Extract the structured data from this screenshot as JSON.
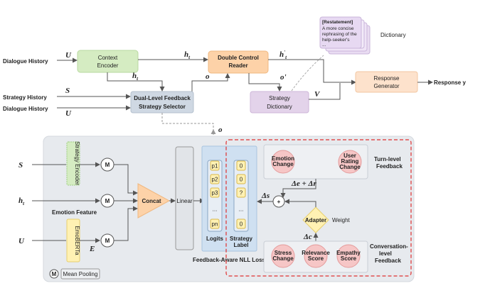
{
  "inputs": {
    "dialogue_history_1": "Dialogue History",
    "strategy_history": "Strategy History",
    "dialogue_history_2": "Dialogue History"
  },
  "symbols": {
    "U": "U",
    "S": "S",
    "h_t": "h",
    "h_t_sub": "t",
    "h_prime": "h",
    "h_prime_sup": "'",
    "h_prime_sub": "t",
    "o": "o",
    "o_prime": "o'",
    "V": "V",
    "E": "E",
    "response_y": "Response y",
    "delta_s": "Δs",
    "delta_e_plus_delta_r": "Δe + Δr",
    "delta_c": "Δc"
  },
  "modules": {
    "context_encoder": [
      "Context",
      "Encoder"
    ],
    "double_control_reader": [
      "Double Control",
      "Reader"
    ],
    "response_generator": [
      "Response",
      "Generator"
    ],
    "dual_level_feedback": [
      "Dual-Level Feedback",
      "Strategy Selector"
    ],
    "strategy_dictionary": [
      "Strategy",
      "Dictionary"
    ],
    "dictionary_label": "Dictionary",
    "dictionary_card": {
      "tag": "[Restatement]",
      "lines": [
        "A more concise",
        "rephrasing of the",
        "help-seeker's",
        "..."
      ]
    }
  },
  "lower": {
    "strategy_encoder": "Strategy Encoder",
    "emoberta": "EmoBERTa",
    "emotion_feature": "Emotion Feature",
    "mean_pool_symbol": "M",
    "plus_symbol": "+",
    "concat": "Concat",
    "linear": "Linear",
    "logits_items": [
      "p1",
      "p2",
      "p3",
      "...",
      "pn"
    ],
    "logits_label": "Logits",
    "strategy_label_items": [
      "0",
      "0",
      "?",
      "...",
      "0"
    ],
    "strategy_label_label": [
      "Strategy",
      "Label"
    ],
    "nll_loss": "Feedback-Aware NLL Loss",
    "adapter": "Adapter",
    "weight": "Weight",
    "turn_level": {
      "items": [
        [
          "Emotion",
          "Change"
        ],
        [
          "User",
          "Rating",
          "Change"
        ]
      ],
      "label": [
        "Turn-level",
        "Feedback"
      ]
    },
    "conversation_level": {
      "items": [
        [
          "Stress",
          "Change"
        ],
        [
          "Relevance",
          "Score"
        ],
        [
          "Empathy",
          "Score"
        ]
      ],
      "label": [
        "Conversation-",
        "level",
        "Feedback"
      ]
    },
    "legend": {
      "symbol": "M",
      "text": "Mean Pooling"
    }
  },
  "colors": {
    "green": "#d5ecc2",
    "orange": "#fdd9b5",
    "peach": "#fde2cc",
    "blue_gray": "#cfd8e3",
    "purple": "#e3d3ea",
    "yellow": "#fff1b3",
    "pink": "#f6c6c6",
    "panel": "#e7eaee",
    "blue_panel": "#cfe0f1",
    "red_dash": "#e03030"
  }
}
